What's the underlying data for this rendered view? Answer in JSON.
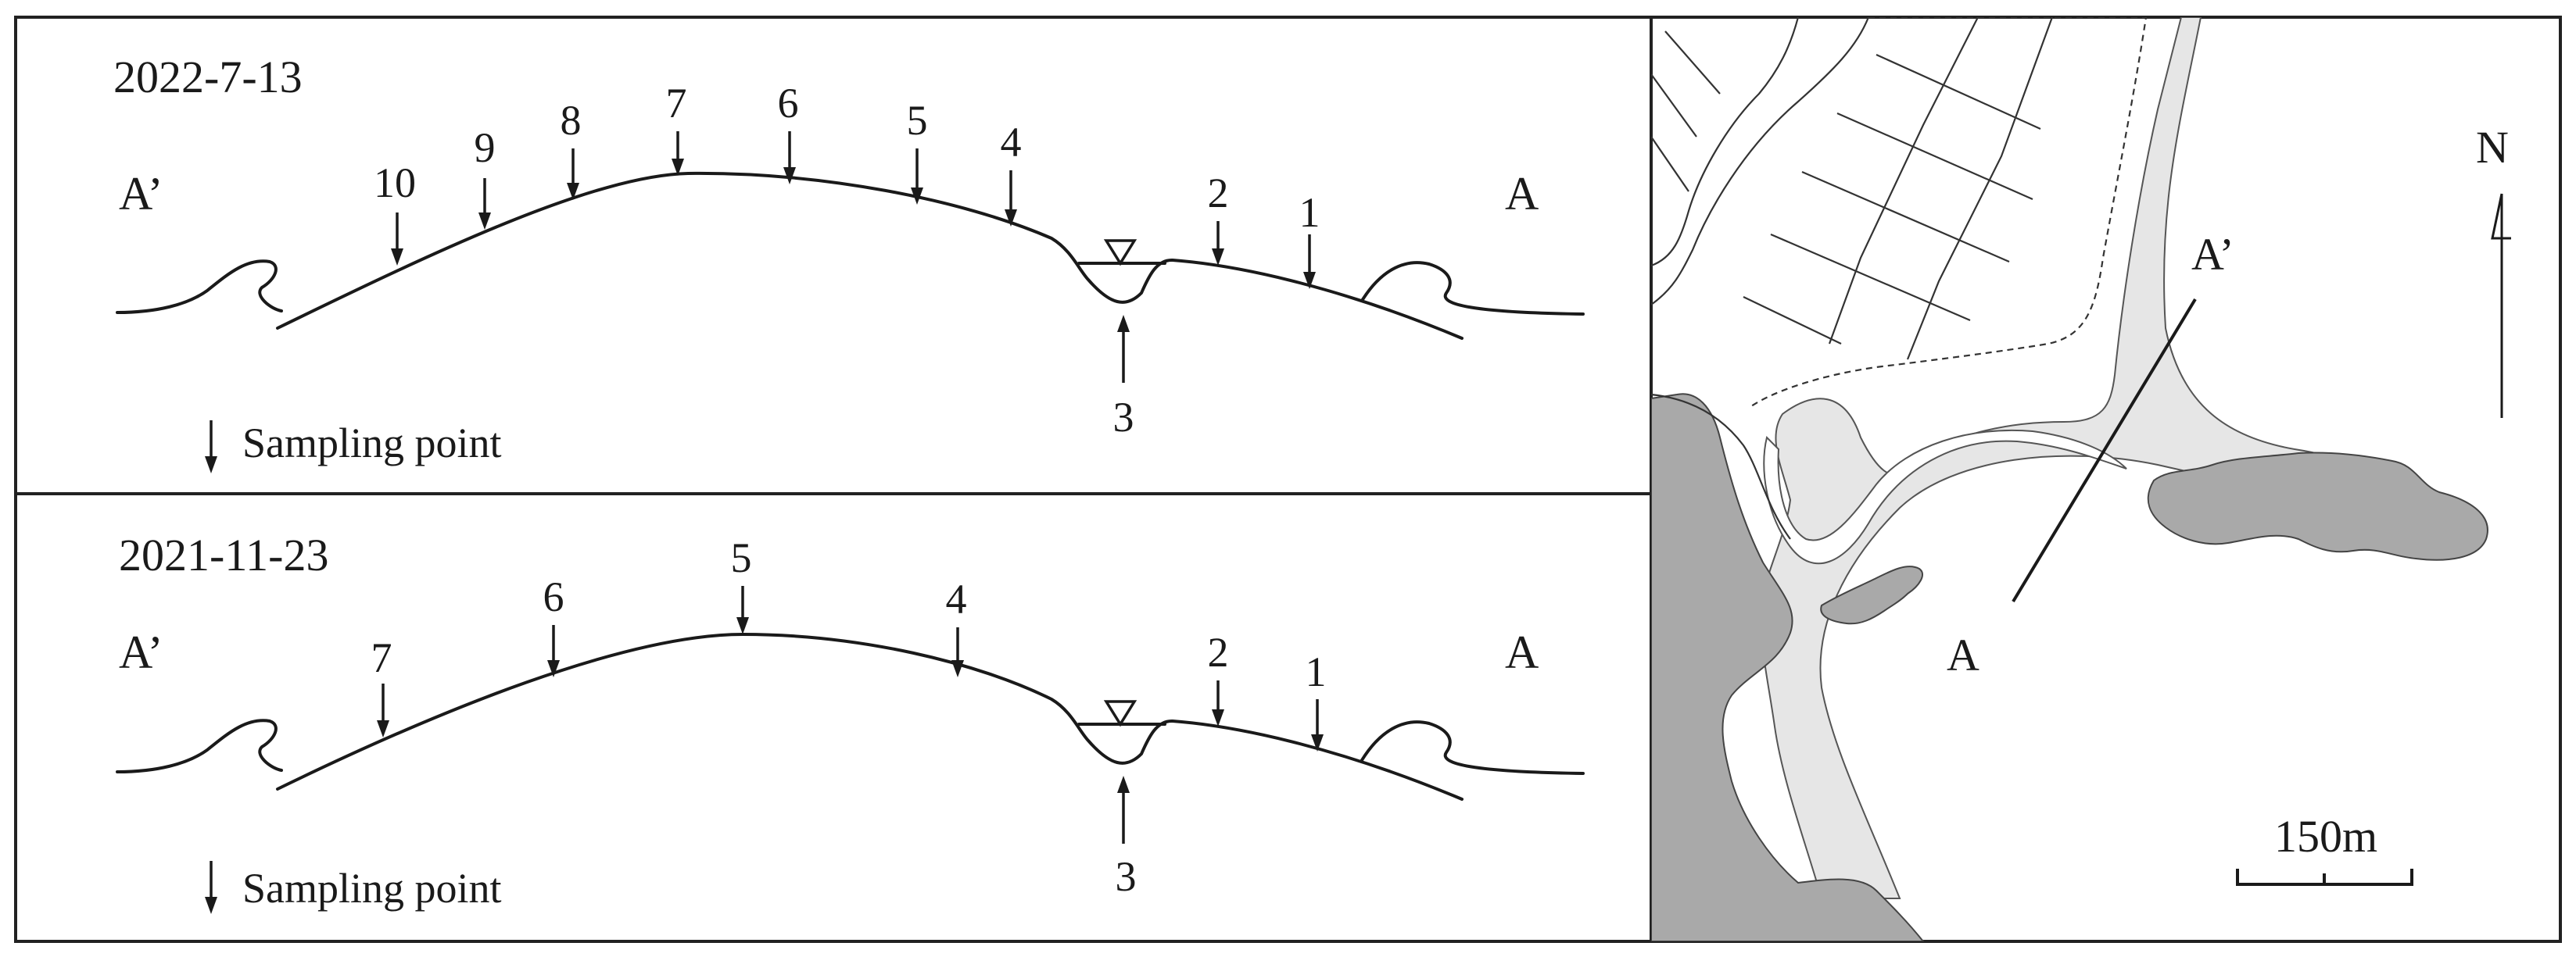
{
  "colors": {
    "line": "#1a1a1a",
    "rock": "#a9a9a9",
    "beach_sand": "#e6e6e6",
    "background": "#ffffff"
  },
  "icons": {
    "sampling_marker": "down-arrow-icon",
    "water_level_marker": "inverted-triangle-icon",
    "north_marker": "north-arrow-icon"
  },
  "profiles": [
    {
      "date": "2022-7-13",
      "left_label": "A’",
      "right_label": "A",
      "legend_text": "Sampling point",
      "points": [
        "10",
        "9",
        "8",
        "7",
        "6",
        "5",
        "4",
        "3",
        "2",
        "1"
      ]
    },
    {
      "date": "2021-11-23",
      "left_label": "A’",
      "right_label": "A",
      "legend_text": "Sampling point",
      "points": [
        "7",
        "6",
        "5",
        "4",
        "3",
        "2",
        "1"
      ]
    }
  ],
  "map": {
    "north_label": "N",
    "section_start_label": "A’",
    "section_end_label": "A",
    "scale_label": "150m"
  }
}
